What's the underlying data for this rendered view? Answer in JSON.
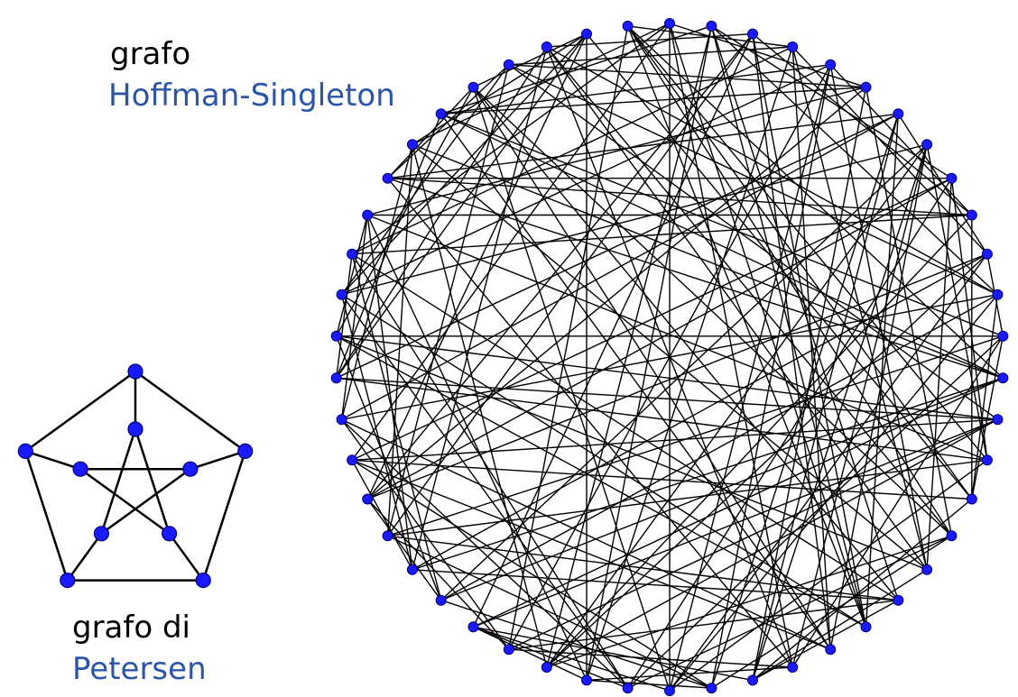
{
  "hoffman_singleton": {
    "title_line1": "grafo",
    "title_line2": "Hoffman-Singleton",
    "vertex_count": 50,
    "colors": {
      "vertex": "#1a1aff",
      "vertex_outline": "#000080",
      "edge": "#000000",
      "label_black": "#000000",
      "label_blue": "#2a55a8"
    }
  },
  "petersen": {
    "title_line1": "grafo di",
    "title_line2": "Petersen",
    "vertex_count": 10,
    "edges": [
      [
        0,
        1
      ],
      [
        1,
        2
      ],
      [
        2,
        3
      ],
      [
        3,
        4
      ],
      [
        4,
        0
      ],
      [
        0,
        5
      ],
      [
        1,
        6
      ],
      [
        2,
        7
      ],
      [
        3,
        8
      ],
      [
        4,
        9
      ],
      [
        5,
        7
      ],
      [
        7,
        9
      ],
      [
        9,
        6
      ],
      [
        6,
        8
      ],
      [
        8,
        5
      ]
    ]
  }
}
